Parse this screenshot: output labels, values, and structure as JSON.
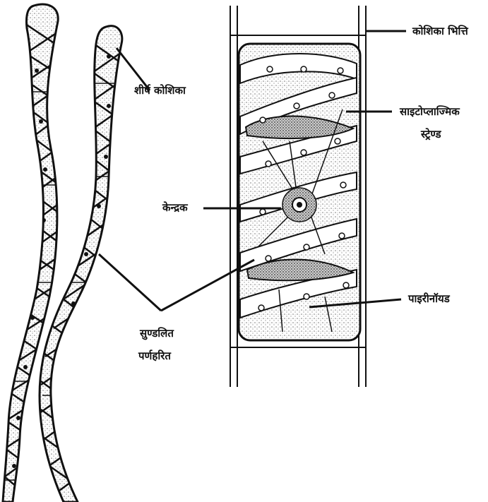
{
  "labels": {
    "cell_wall": "कोशिका भित्ति",
    "apical_cell": "शीर्ष कोशिका",
    "cytoplasmic_strand_line1": "साइटोप्लाज्मिक",
    "cytoplasmic_strand_line2": "स्ट्रेण्ड",
    "nucleus": "केन्द्रक",
    "pyrenoid": "पाइरीनॉयड",
    "spiral_chloroplast_line1": "सुण्डलित",
    "spiral_chloroplast_line2": "पर्णहरित"
  },
  "colors": {
    "ink": "#111111",
    "paper": "#ffffff",
    "stipple": "#9a9a9a"
  }
}
